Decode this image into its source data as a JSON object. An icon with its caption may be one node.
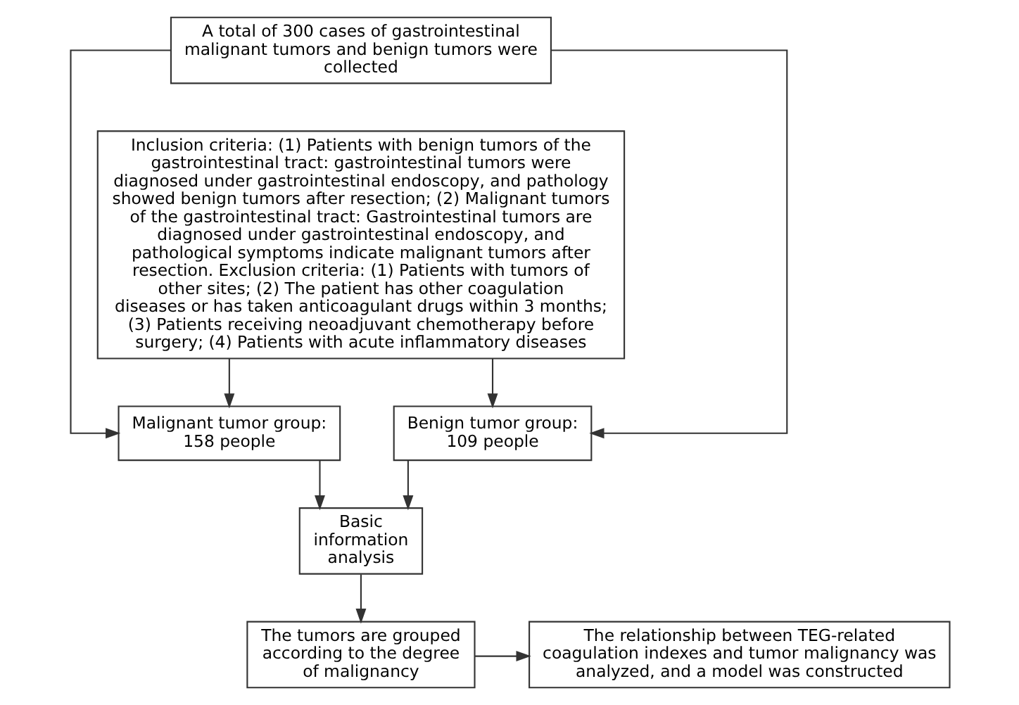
{
  "diagram": {
    "nodes": [
      {
        "text": [
          "A total of 300 cases of gastrointestinal malignant tumors and benign tumors were collected"
        ]
      },
      {
        "text": [
          "Inclusion criteria: (1) Patients with benign tumors of the gastrointestinal tract: gastrointestinal tumors were diagnosed under gastrointestinal endoscopy, and pathology showed benign tumors after resection; (2) Malignant tumors of the gastrointestinal tract: Gastrointestinal tumors are diagnosed under gastrointestinal endoscopy, and pathological symptoms indicate malignant tumors after resection. Exclusion criteria: (1) Patients with tumors of other sites; (2) The patient has other coagulation diseases or has taken anticoagulant drugs within 3 months; (3) Patients receiving neoadjuvant chemotherapy before surgery; (4) Patients with acute inflammatory diseases"
        ]
      },
      {
        "text": [
          "Malignant tumor group: 158 people"
        ]
      },
      {
        "text": [
          "Benign tumor group: 109 people"
        ]
      },
      {
        "text": [
          "Basic information analysis"
        ]
      },
      {
        "text": [
          "The tumors are grouped according to the degree of malignancy"
        ]
      },
      {
        "text": [
          "The relationship between TEG-related coagulation indexes and tumor malignancy was analyzed, and a model was constructed"
        ]
      }
    ],
    "edges": [
      {
        "from": 0,
        "to": 2,
        "arrow": "to"
      },
      {
        "from": 0,
        "to": 3,
        "arrow": "to"
      },
      {
        "from": 1,
        "to": 2,
        "arrow": "to"
      },
      {
        "from": 1,
        "to": 3,
        "arrow": "to"
      },
      {
        "from": 2,
        "to": 4,
        "arrow": "to"
      },
      {
        "from": 3,
        "to": 4,
        "arrow": "to"
      },
      {
        "from": 4,
        "to": 5,
        "arrow": "to"
      },
      {
        "from": 5,
        "to": 6,
        "arrow": "to"
      }
    ]
  }
}
